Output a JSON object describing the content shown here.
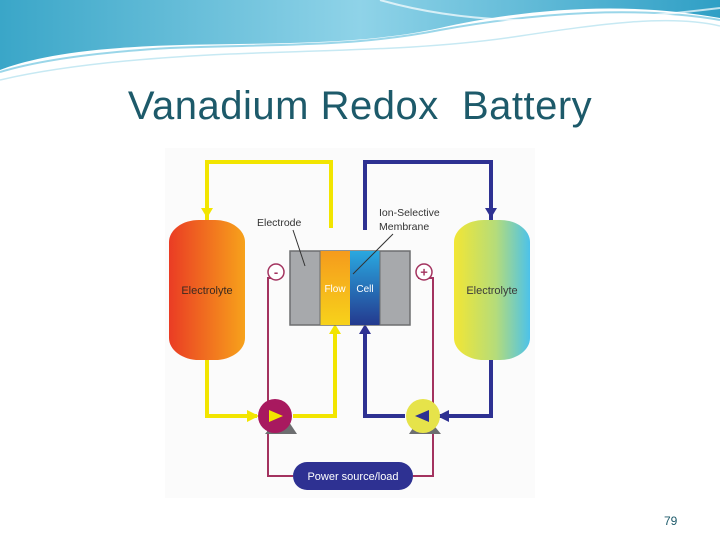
{
  "slide": {
    "title": "Vanadium Redox  Battery",
    "page_number": "79"
  },
  "diagram": {
    "labels": {
      "electrode": "Electrode",
      "membrane_line1": "Ion-Selective",
      "membrane_line2": "Membrane",
      "electrolyte_left": "Electrolyte",
      "electrolyte_right": "Electrolyte",
      "flow": "Flow",
      "cell": "Cell",
      "minus": "-",
      "plus": "+",
      "power": "Power source/load"
    },
    "colors": {
      "left_loop": "#f2e500",
      "right_loop": "#2e3192",
      "power_loop": "#a3335f",
      "pump_left": "#a8195f",
      "pump_right": "#e6e34a",
      "power_pill": "#2e3192"
    }
  }
}
